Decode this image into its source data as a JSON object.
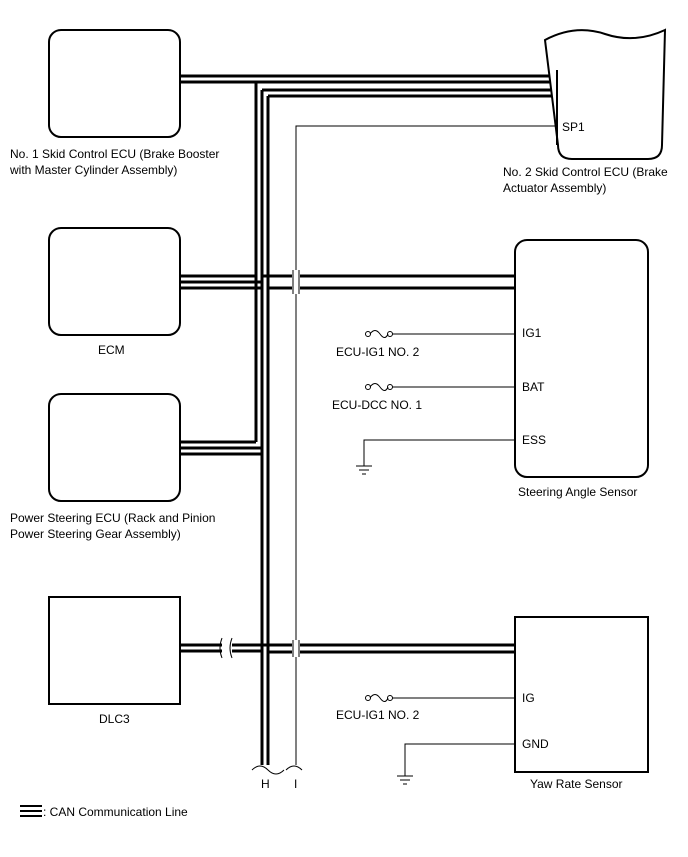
{
  "components": {
    "skid1": {
      "line1": "No. 1 Skid Control ECU (Brake Booster",
      "line2": "with Master Cylinder Assembly)"
    },
    "skid2": {
      "line1": "No. 2 Skid Control ECU (Brake",
      "line2": "Actuator Assembly)",
      "pin": "SP1"
    },
    "ecm": {
      "label": "ECM"
    },
    "power_steering": {
      "line1": "Power Steering ECU (Rack and Pinion",
      "line2": "Power Steering Gear Assembly)"
    },
    "dlc3": {
      "label": "DLC3"
    },
    "steering_angle": {
      "label": "Steering Angle Sensor",
      "pins": [
        "IG1",
        "BAT",
        "ESS"
      ]
    },
    "yaw_rate": {
      "label": "Yaw Rate Sensor",
      "pins": [
        "IG",
        "GND"
      ]
    }
  },
  "fuses": [
    "ECU-IG1 NO. 2",
    "ECU-DCC NO. 1",
    "ECU-IG1 NO. 2"
  ],
  "bus_labels": {
    "h": "H",
    "i": "I"
  },
  "legend": {
    "text": ": CAN Communication Line"
  }
}
